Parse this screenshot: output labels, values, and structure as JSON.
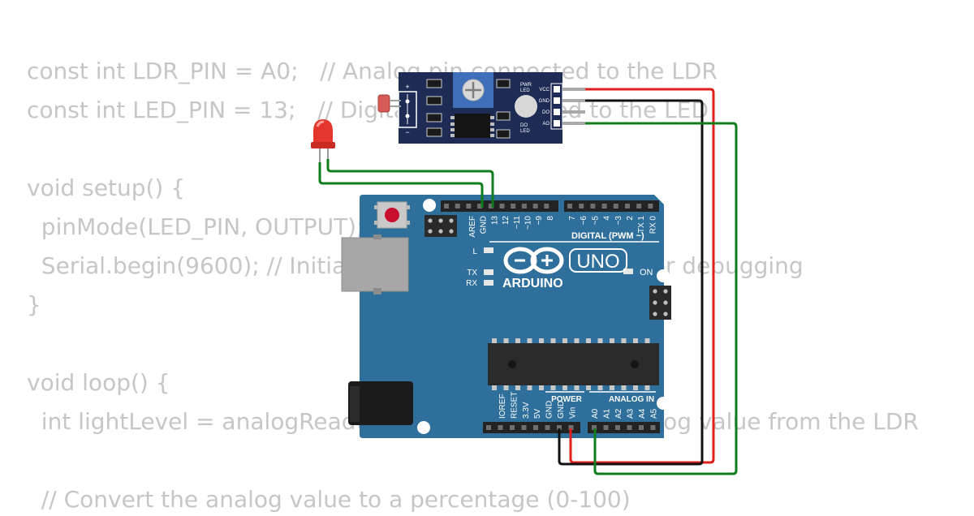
{
  "code_lines": [
    {
      "text": "const int LDR_PIN = A0;   // Analog pin connected to the LDR"
    },
    {
      "text": "const int LED_PIN = 13;   // Digital pin connected to the LED"
    },
    {
      "text": ""
    },
    {
      "text": "void setup() {"
    },
    {
      "text": "  pinMode(LED_PIN, OUTPUT);"
    },
    {
      "text": "  Serial.begin(9600); // Initialize serial communication for debugging"
    },
    {
      "text": "}"
    },
    {
      "text": ""
    },
    {
      "text": "void loop() {"
    },
    {
      "text": "  int lightLevel = analogRead(LDR_PIN); // Read the analog value from the LDR"
    },
    {
      "text": ""
    },
    {
      "text": "  // Convert the analog value to a percentage (0-100)"
    }
  ],
  "sensor": {
    "pin_labels": [
      "VCC",
      "GND",
      "DO",
      "AO"
    ],
    "pwr_led": [
      "PWR",
      "LED"
    ],
    "do_led": [
      "DO",
      "LED"
    ],
    "plus": "+",
    "minus": "−"
  },
  "arduino": {
    "brand": "ARDUINO",
    "model": "UNO",
    "digital_header": "DIGITAL (PWM ~)",
    "digital_pins_left": [
      "AREF",
      "GND",
      "13",
      "12",
      "~11",
      "~10",
      "~9",
      "8"
    ],
    "digital_pins_right": [
      "7",
      "~6",
      "~5",
      "4",
      "~3",
      "2",
      "TX 1",
      "RX 0"
    ],
    "power_header": "POWER",
    "power_pins": [
      "IOREF",
      "RESET",
      "3.3V",
      "5V",
      "GND",
      "GND",
      "Vin"
    ],
    "analog_header": "ANALOG IN",
    "analog_pins": [
      "A0",
      "A1",
      "A2",
      "A3",
      "A4",
      "A5"
    ],
    "led_l": "L",
    "led_tx": "TX",
    "led_rx": "RX",
    "led_on": "ON"
  },
  "colors": {
    "board": "#2f6f9b",
    "sensor_board": "#1d2b55",
    "wire_red": "#e0201c",
    "wire_black": "#111111",
    "wire_green": "#0f7d1b",
    "led_red": "#e4362d",
    "code_text": "#c6c6c6"
  }
}
